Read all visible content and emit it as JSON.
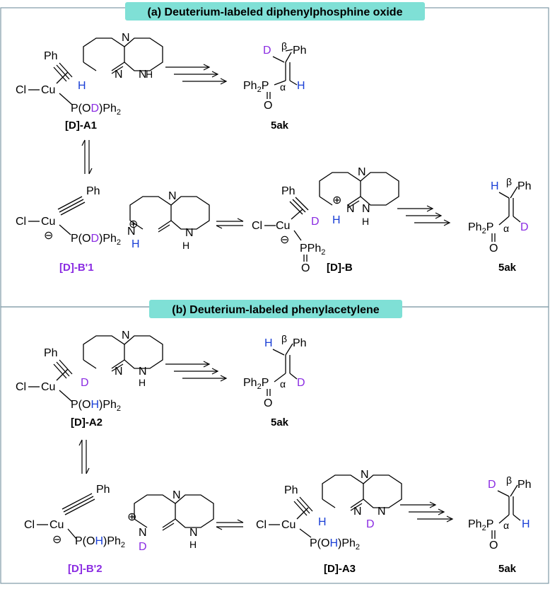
{
  "colors": {
    "panel_border": "#7f9aa6",
    "banner_bg": "#7fe0d6",
    "deuterium": "#8a2be2",
    "hydrogen": "#1a3fd6",
    "label_purple": "#8a2be2"
  },
  "panels": {
    "a": {
      "title": "(a) Deuterium-labeled diphenylphosphine oxide"
    },
    "b": {
      "title": "(b) Deuterium-labeled phenylacetylene"
    }
  },
  "atoms": {
    "Ph": "Ph",
    "Cl": "Cl",
    "Cu": "Cu",
    "N": "N",
    "H": "H",
    "D": "D",
    "Ph2P": "Ph",
    "P": "P",
    "O": "O",
    "beta": "β",
    "alpha": "α",
    "minus": "⊖",
    "plus": "⊕",
    "PPh2": "PPh",
    "POD_pre": "P(O",
    "POD_post": ")Ph",
    "POH_pre": "P(O",
    "POH_post": ")Ph",
    "sub2": "2"
  },
  "labels": {
    "DA1": "[D]-A1",
    "DB1": "[D]-B'1",
    "DB": "[D]-B",
    "DA2": "[D]-A2",
    "DB2": "[D]-B'2",
    "DA3": "[D]-A3",
    "prod": "5ak"
  }
}
